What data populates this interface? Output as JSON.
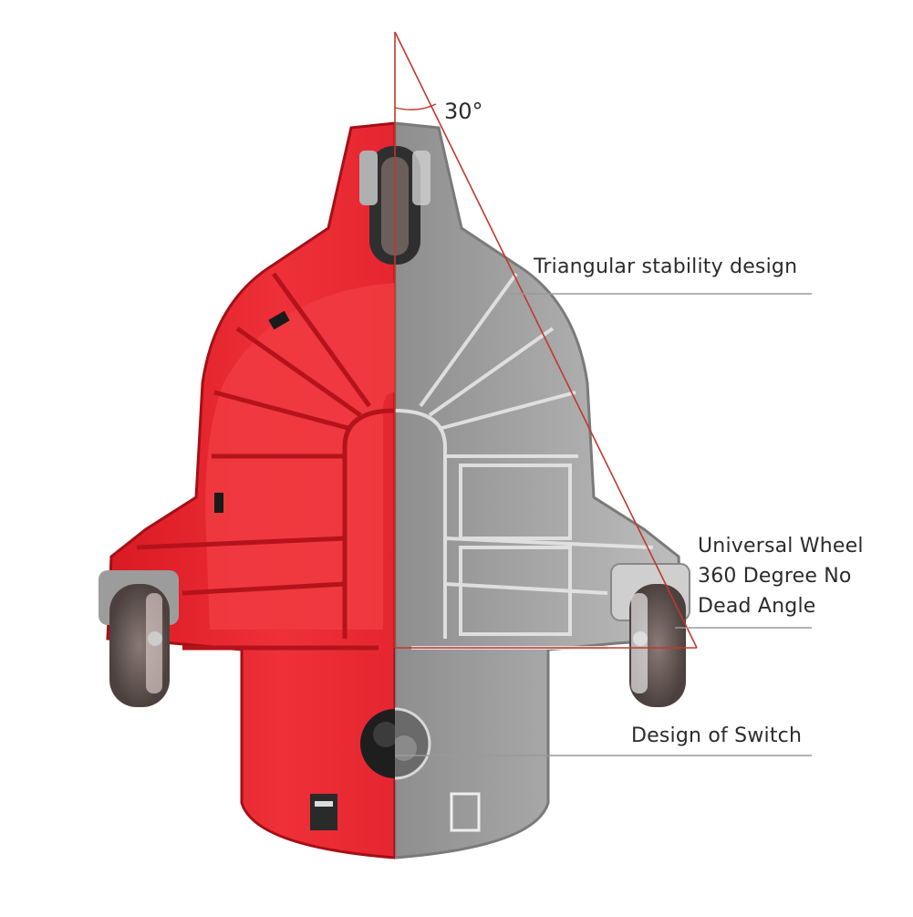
{
  "annotations": {
    "angle": "30°",
    "triangle": "Triangular stability design",
    "wheel": [
      "Universal Wheel",
      "360 Degree No",
      "Dead Angle"
    ],
    "switch": "Design of Switch"
  },
  "colors": {
    "body_red": "#e8242c",
    "body_red_dark": "#b8141c",
    "clear_gray": "#a8a8a8",
    "guide_red": "#c0392b",
    "leader_gray": "#9a9a9a",
    "text": "#2b2b2b"
  }
}
